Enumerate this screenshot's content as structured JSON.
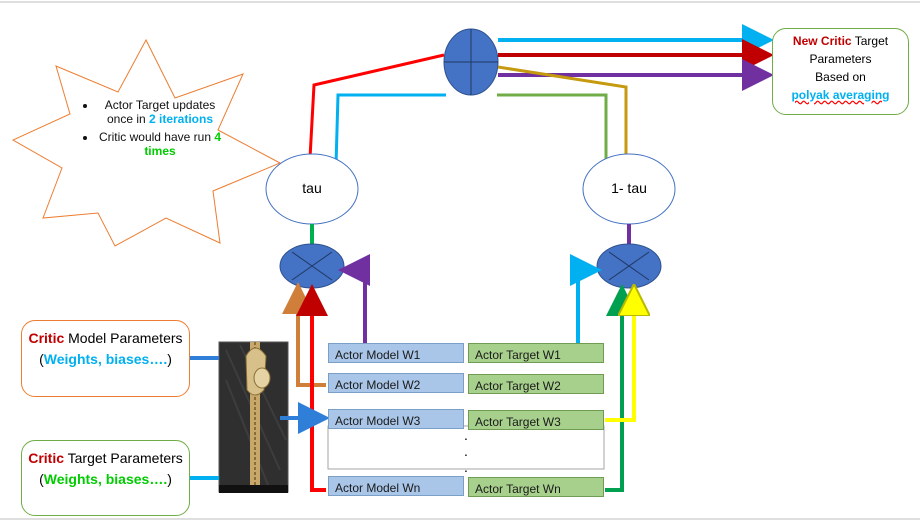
{
  "star": {
    "bullet1_pre": "Actor Target updates once in ",
    "bullet1_num": "2 iterations",
    "bullet2_pre": "Critic would have run ",
    "bullet2_num": "4 times"
  },
  "tau_label": "tau",
  "one_minus_tau_label": "1- tau",
  "new_critic": {
    "title_red": "New Critic",
    "title_rest": " Target Parameters",
    "based_on": "Based on",
    "method": "polyak averaging"
  },
  "critic_model": {
    "title_red": "Critic",
    "title_rest": " Model Parameters",
    "detail_open": "(",
    "detail": "Weights, biases….",
    "detail_close": ")"
  },
  "critic_target": {
    "title_red": "Critic",
    "title_rest": " Target Parameters",
    "detail_open": "(",
    "detail": "Weights, biases….",
    "detail_close": ")"
  },
  "actor_model": [
    "Actor Model W1",
    "Actor Model W2",
    "Actor Model W3",
    "Actor Model Wn"
  ],
  "actor_target": [
    "Actor Target W1",
    "Actor Target W2",
    "Actor Target W3",
    "Actor Target Wn"
  ],
  "ellipsis_dots": [
    ".",
    ".",
    "."
  ],
  "colors": {
    "red": "#ff0000",
    "blue_line": "#00b0f0",
    "green_line": "#70ad47",
    "gold_line": "#c59a0e",
    "purple_line": "#7030a0",
    "orange_line": "#d07f3b",
    "yellow_line": "#ffff00",
    "dark_green_line": "#00a050",
    "node_blue": "#4472c4",
    "model_fill": "#a9c6e8",
    "target_fill": "#a8d08d"
  }
}
